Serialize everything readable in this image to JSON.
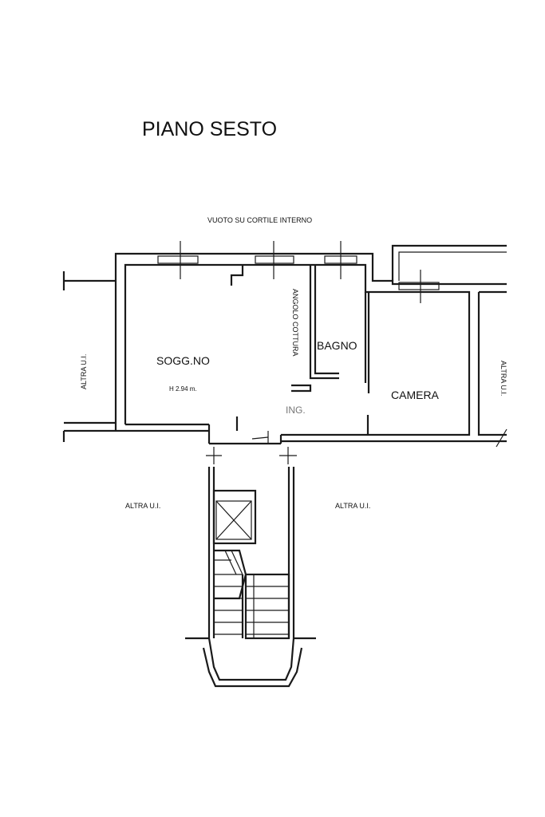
{
  "title": "PIANO SESTO",
  "labels": {
    "courtyard": "VUOTO SU CORTILE INTERNO",
    "kitchen_corner": "ANGOLO COTTURA",
    "living_room": "SOGG.NO",
    "ceiling_height": "H 2.94 m.",
    "bathroom": "BAGNO",
    "bedroom": "CAMERA",
    "entrance": "ING.",
    "other_unit_left": "ALTRA U.I.",
    "other_unit_right": "ALTRA U.I.",
    "other_unit_stair_left": "ALTRA U.I.",
    "other_unit_stair_right": "ALTRA U.I."
  },
  "colors": {
    "line": "#1a1a1a",
    "text": "#111111",
    "entrance_text": "#777777"
  }
}
